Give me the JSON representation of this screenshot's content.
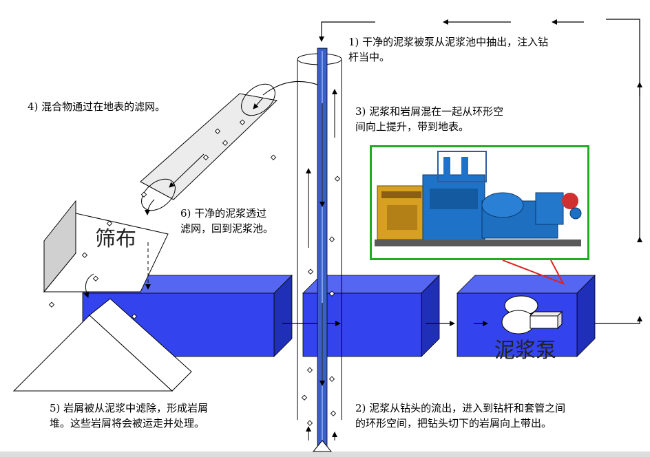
{
  "labels": {
    "step1": "1) 干净的泥浆被泵从泥浆池中抽出，注入钻\n杆当中。",
    "step2": "2) 泥浆从钻头的流出，进入到钻杆和套管之间\n的环形空间，把钻头切下的岩屑向上带出。",
    "step3": "3) 泥浆和岩屑混在一起从环形空\n间向上提升，带到地表。",
    "step4": "4) 混合物通过在地表的滤网。",
    "step5": "5) 岩屑被从泥浆中滤除，形成岩屑\n堆。这些岩屑将会被运走并处理。",
    "step6": "6) 干净的泥浆透过\n滤网，回到泥浆池。",
    "screen_cloth": "筛布",
    "mud_pump": "泥浆泵"
  },
  "colors": {
    "tank_front": "#3344ee",
    "tank_top": "#5566f2",
    "tank_side": "#1f2fb8",
    "pipe": "#3a5fc8",
    "photo_border": "#22aa22",
    "pointer": "#e02020"
  },
  "icons": [
    "mud-tank-icon",
    "drill-pipe-icon",
    "shale-shaker-icon",
    "cuttings-pile-icon",
    "mud-pump-photo"
  ]
}
